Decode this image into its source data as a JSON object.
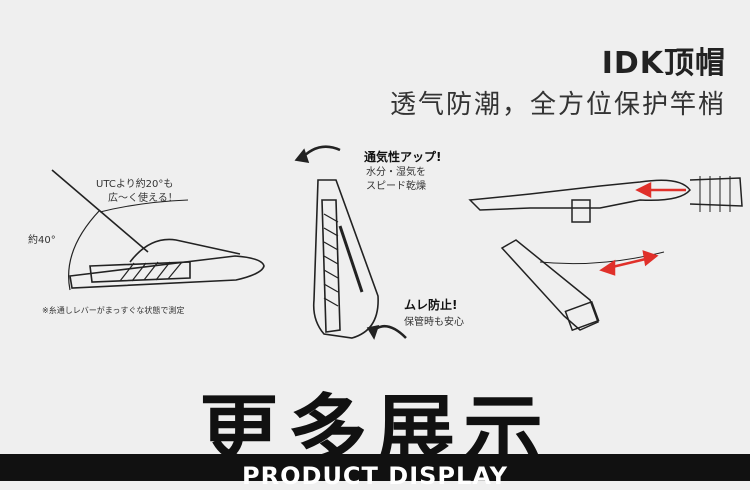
{
  "header": {
    "brand": "IDK顶帽",
    "tagline": "透气防潮，全方位保护竿梢"
  },
  "left_diagram": {
    "label_utc": "UTCより約20°も",
    "label_wide": "広～く使える！",
    "label_40": "約40°",
    "footnote": "※糸通しレバーがまっすぐな状態で測定"
  },
  "middle_diagram": {
    "headline": "通気性アップ!",
    "sub1": "水分・湿気を",
    "sub2": "スピード乾燥",
    "headline2": "ムレ防止!",
    "sub3": "保管時も安心"
  },
  "section": {
    "title": "更多展示",
    "subtitle": "PRODUCT DISPLAY"
  },
  "colors": {
    "background": "#efefef",
    "arrow_red": "#e0302a",
    "bar": "#111111"
  }
}
